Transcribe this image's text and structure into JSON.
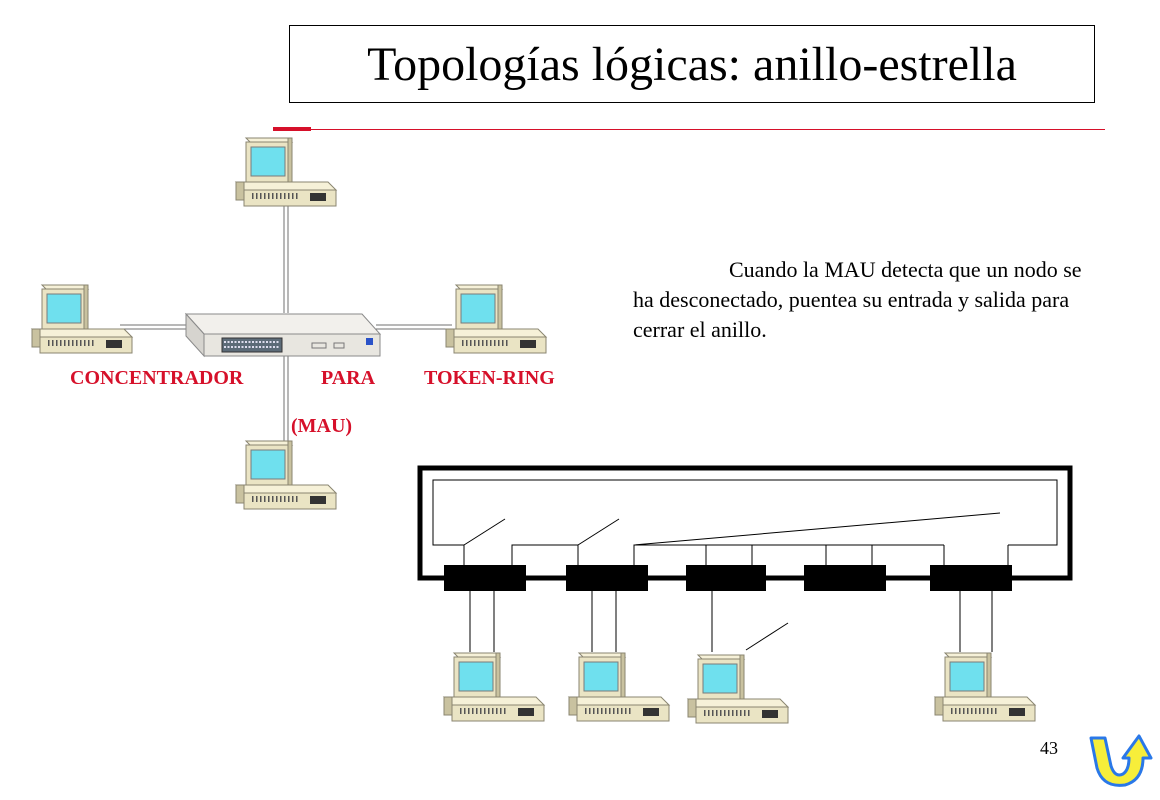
{
  "slide": {
    "title": "Topologías lógicas: anillo-estrella",
    "description": "Cuando la MAU detecta que un nodo se ha desconectado, puentea su entrada y salida para cerrar el anillo.",
    "hub_label_1": "CONCENTRADOR",
    "hub_label_2": "PARA",
    "hub_label_3": "TOKEN-RING",
    "hub_label_4": "(MAU)",
    "page_number": "43"
  },
  "colors": {
    "accent_red": "#d6102a",
    "monitor_screen": "#6fe0ee",
    "computer_body": "#eae4c4",
    "nav_arrow_yellow": "#f7ee3a",
    "nav_arrow_blue": "#2a78e8"
  },
  "icons": {
    "computer": "desktop-computer-icon",
    "hub": "mau-hub-icon",
    "next": "next-arrow-icon"
  }
}
